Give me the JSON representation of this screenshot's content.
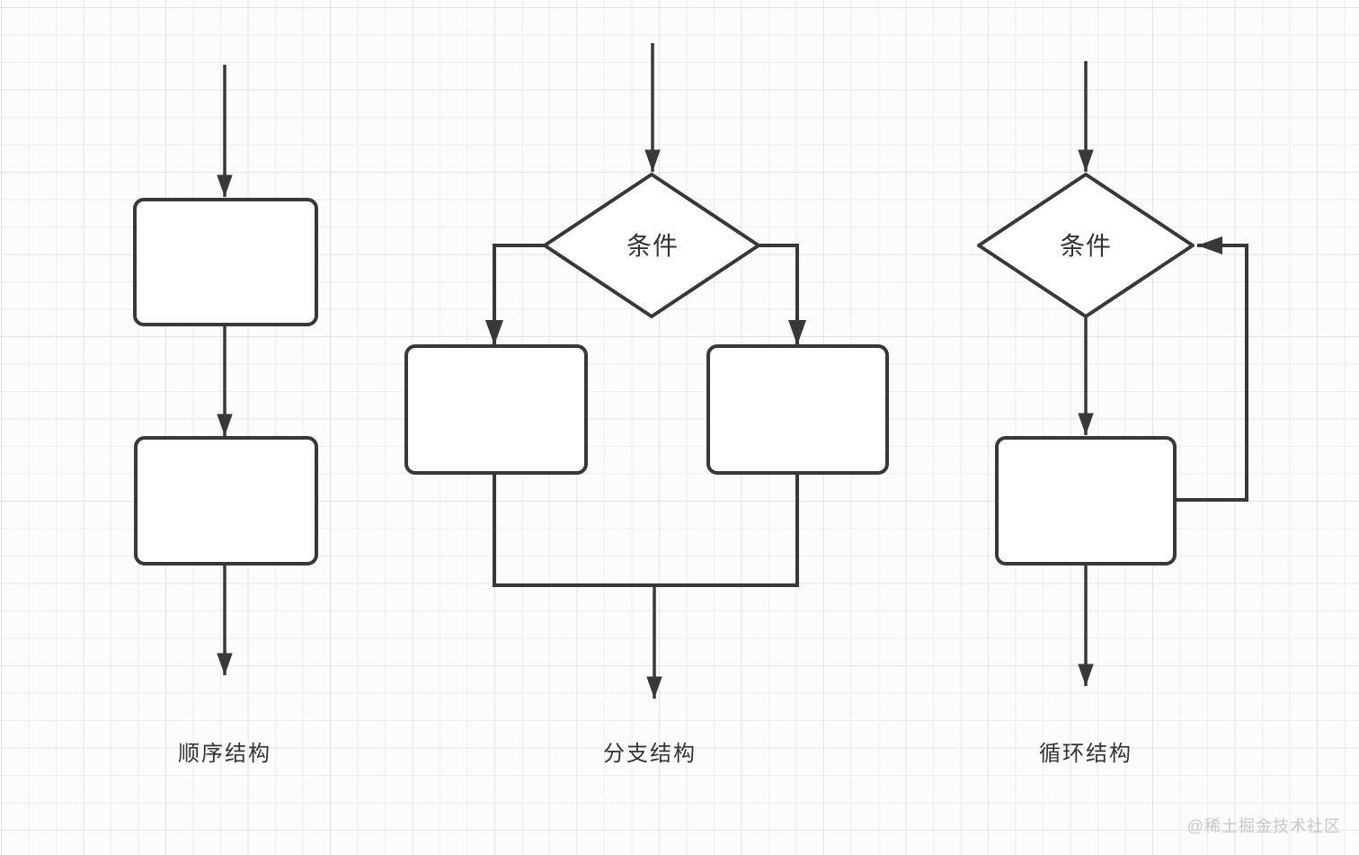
{
  "diagram": {
    "type": "flowchart",
    "columns": [
      {
        "id": "sequence",
        "label": "顺序结构"
      },
      {
        "id": "branch",
        "label": "分支结构",
        "condition_label": "条件"
      },
      {
        "id": "loop",
        "label": "循环结构",
        "condition_label": "条件"
      }
    ],
    "colors": {
      "stroke": "#383838",
      "text": "#333333",
      "background": "#fcfcfc",
      "grid_minor": "#ededed",
      "grid_major": "#e3e3e3"
    }
  },
  "watermark": {
    "text": "@稀土掘金技术社区",
    "color": "#c5c7ca"
  }
}
